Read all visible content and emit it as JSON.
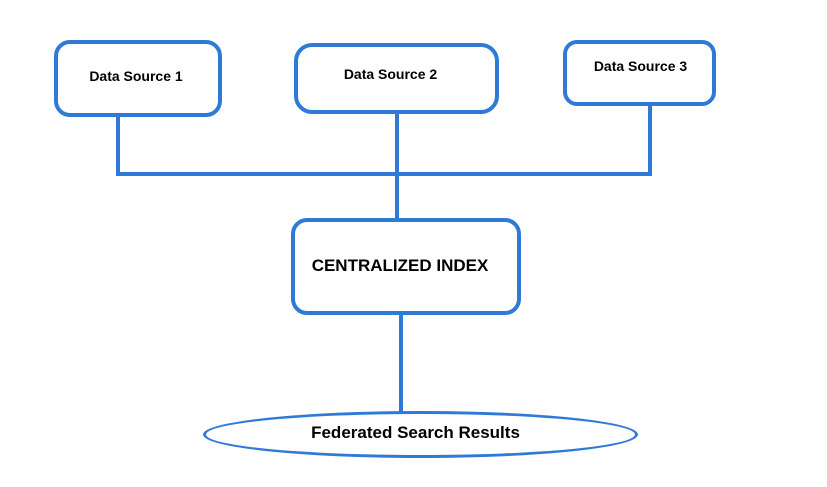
{
  "nodes": {
    "source1": "Data Source 1",
    "source2": "Data Source 2",
    "source3": "Data Source 3",
    "index": "CENTRALIZED INDEX",
    "results": "Federated Search Results"
  },
  "colors": {
    "stroke": "#2e7ad6",
    "text": "#000000",
    "background": "#ffffff"
  }
}
